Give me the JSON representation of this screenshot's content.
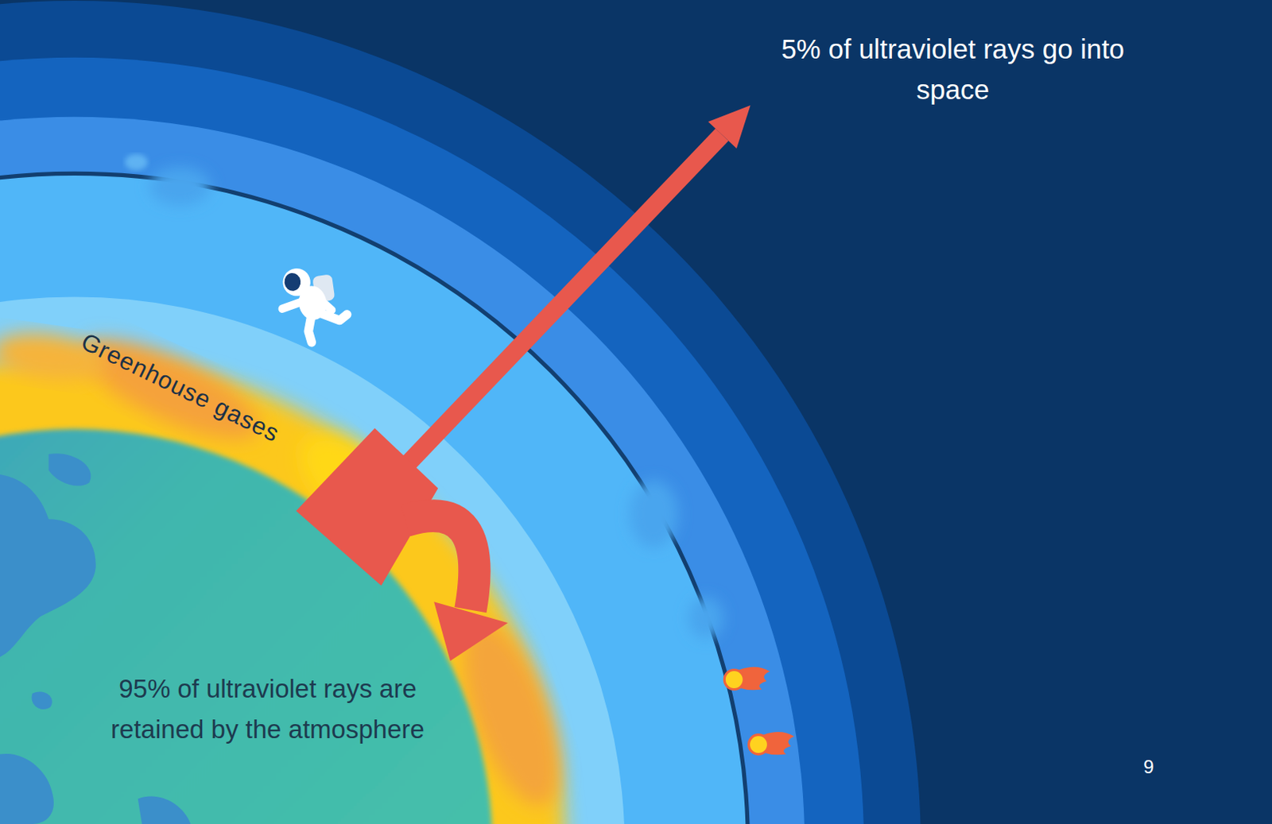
{
  "diagram": {
    "labels": [
      "5% of ultraviolet rays go into space",
      "Greenhouse gases",
      "95% of ultraviolet rays are retained by the atmosphere",
      "9"
    ]
  }
}
